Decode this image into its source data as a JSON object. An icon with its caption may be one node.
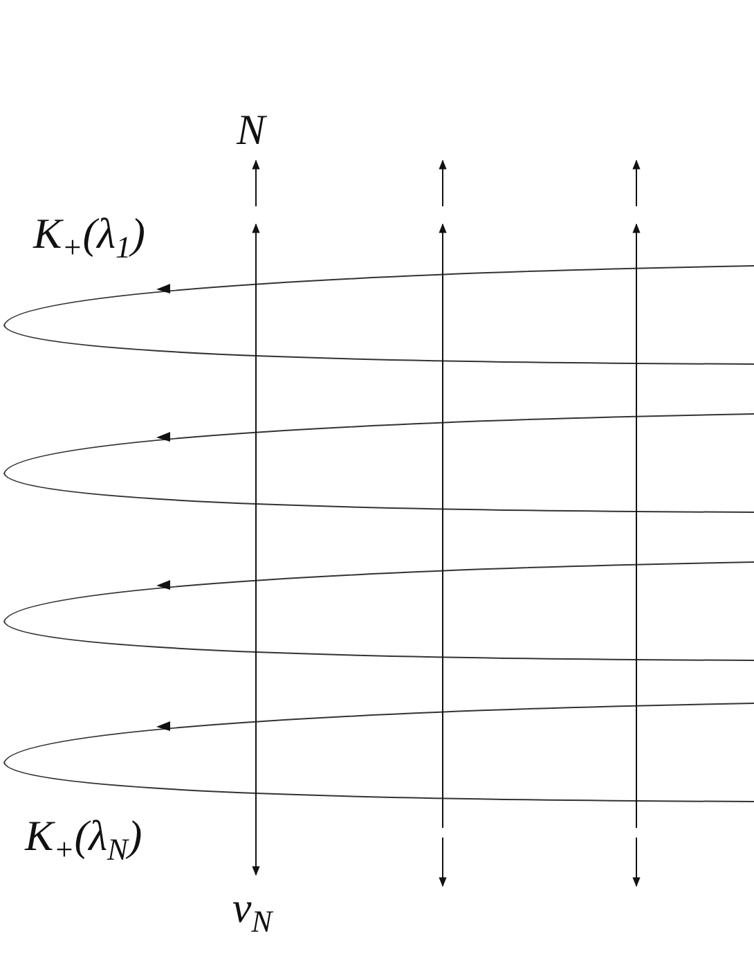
{
  "diagram": {
    "labels": [
      "N",
      "K$_{+}$(λ$_{1}$)",
      "K$_{+}$(λ$_{N}$)",
      "ν$_{N}$"
    ]
  }
}
